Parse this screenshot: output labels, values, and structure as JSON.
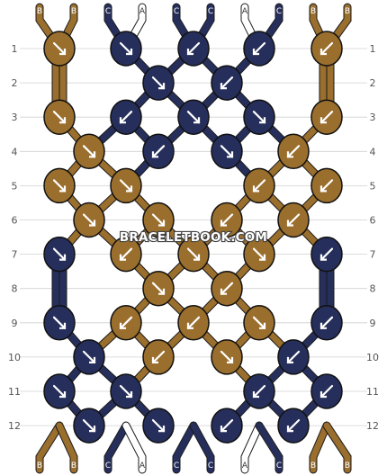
{
  "watermark": "BRACELETBOOK.COM",
  "colors": {
    "A": "#ffffff",
    "B": "#9a6e2d",
    "C": "#262f5b"
  },
  "strings_top": [
    "B",
    "B",
    "C",
    "A",
    "C",
    "C",
    "A",
    "C",
    "B",
    "B"
  ],
  "strings_bottom": [
    "B",
    "B",
    "C",
    "A",
    "C",
    "C",
    "A",
    "C",
    "B",
    "B"
  ],
  "row_numbers": [
    "1",
    "2",
    "3",
    "4",
    "5",
    "6",
    "7",
    "8",
    "9",
    "10",
    "11",
    "12"
  ],
  "rows": [
    {
      "row": "1",
      "knots": [
        {
          "color": "B",
          "icon": "arrow-forward-icon"
        },
        {
          "color": "C",
          "icon": "arrow-forward-icon"
        },
        {
          "color": "C",
          "icon": "arrow-backward-icon"
        },
        {
          "color": "C",
          "icon": "arrow-backward-icon"
        },
        {
          "color": "B",
          "icon": "arrow-backward-icon"
        }
      ]
    },
    {
      "row": "2",
      "knots": [
        {
          "color": "C",
          "icon": "arrow-forward-icon"
        },
        {
          "color": "C",
          "icon": "arrow-backward-icon"
        }
      ]
    },
    {
      "row": "3",
      "knots": [
        {
          "color": "B",
          "icon": "arrow-forward-icon"
        },
        {
          "color": "C",
          "icon": "arrow-backward-icon"
        },
        {
          "color": "C",
          "icon": "arrow-forward-icon"
        },
        {
          "color": "C",
          "icon": "arrow-forward-icon"
        },
        {
          "color": "B",
          "icon": "arrow-backward-icon"
        }
      ]
    },
    {
      "row": "4",
      "knots": [
        {
          "color": "B",
          "icon": "arrow-forward-icon"
        },
        {
          "color": "C",
          "icon": "arrow-backward-icon"
        },
        {
          "color": "C",
          "icon": "arrow-forward-icon"
        },
        {
          "color": "B",
          "icon": "arrow-backward-icon"
        }
      ]
    },
    {
      "row": "5",
      "knots": [
        {
          "color": "B",
          "icon": "arrow-forward-icon"
        },
        {
          "color": "B",
          "icon": "arrow-forward-icon"
        },
        {
          "color": "B",
          "icon": "arrow-backward-icon"
        },
        {
          "color": "B",
          "icon": "arrow-backward-icon"
        }
      ]
    },
    {
      "row": "6",
      "knots": [
        {
          "color": "B",
          "icon": "arrow-forward-icon"
        },
        {
          "color": "B",
          "icon": "arrow-forward-icon"
        },
        {
          "color": "B",
          "icon": "arrow-backward-icon"
        },
        {
          "color": "B",
          "icon": "arrow-backward-icon"
        }
      ]
    },
    {
      "row": "7",
      "knots": [
        {
          "color": "C",
          "icon": "arrow-forward-icon"
        },
        {
          "color": "B",
          "icon": "arrow-backward-icon"
        },
        {
          "color": "B",
          "icon": "arrow-forward-icon"
        },
        {
          "color": "B",
          "icon": "arrow-forward-icon"
        },
        {
          "color": "C",
          "icon": "arrow-backward-icon"
        }
      ]
    },
    {
      "row": "8",
      "knots": [
        {
          "color": "B",
          "icon": "arrow-forward-icon"
        },
        {
          "color": "B",
          "icon": "arrow-backward-icon"
        }
      ]
    },
    {
      "row": "9",
      "knots": [
        {
          "color": "C",
          "icon": "arrow-forward-icon"
        },
        {
          "color": "B",
          "icon": "arrow-backward-icon"
        },
        {
          "color": "B",
          "icon": "arrow-backward-icon"
        },
        {
          "color": "B",
          "icon": "arrow-forward-icon"
        },
        {
          "color": "C",
          "icon": "arrow-backward-icon"
        }
      ]
    },
    {
      "row": "10",
      "knots": [
        {
          "color": "C",
          "icon": "arrow-forward-icon"
        },
        {
          "color": "B",
          "icon": "arrow-backward-icon"
        },
        {
          "color": "B",
          "icon": "arrow-forward-icon"
        },
        {
          "color": "C",
          "icon": "arrow-backward-icon"
        }
      ]
    },
    {
      "row": "11",
      "knots": [
        {
          "color": "C",
          "icon": "arrow-forward-icon"
        },
        {
          "color": "C",
          "icon": "arrow-forward-icon"
        },
        {
          "color": "C",
          "icon": "arrow-backward-icon"
        },
        {
          "color": "C",
          "icon": "arrow-backward-icon"
        }
      ]
    },
    {
      "row": "12",
      "knots": [
        {
          "color": "C",
          "icon": "arrow-forward-icon"
        },
        {
          "color": "C",
          "icon": "arrow-forward-icon"
        },
        {
          "color": "C",
          "icon": "arrow-backward-icon"
        },
        {
          "color": "C",
          "icon": "arrow-backward-icon"
        }
      ]
    }
  ]
}
